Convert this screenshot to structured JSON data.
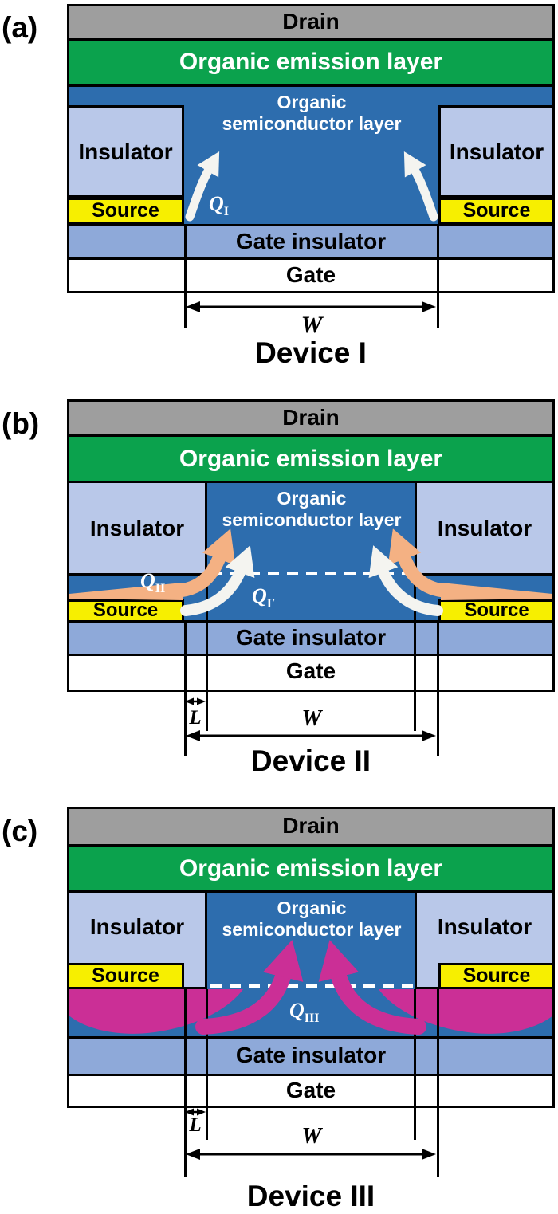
{
  "figure": {
    "description": "Cross-section schematics of three organic light-emitting transistor devices"
  },
  "colors": {
    "drain_gray": "#9e9e9e",
    "emission_green": "#0ba24d",
    "semiconductor_blue": "#2d6dae",
    "insulator_light_blue": "#b9c8e9",
    "gate_insulator_blue": "#8ea9d9",
    "source_yellow": "#f7ef00",
    "arrow_white": "#f4f4f0",
    "arrow_orange": "#f4b183",
    "arrow_magenta": "#cb2f96"
  },
  "panels": [
    {
      "tag": "(a)",
      "device_label": "Device I",
      "layers": {
        "drain": "Drain",
        "emission": "Organic emission layer",
        "semi1": "Organic",
        "semi2": "semiconductor layer",
        "insulator_left": "Insulator",
        "insulator_right": "Insulator",
        "source_left": "Source",
        "source_right": "Source",
        "gate_insulator": "Gate insulator",
        "gate": "Gate"
      },
      "annotations": {
        "q_base": "Q",
        "q_sub": "I",
        "width": "W"
      }
    },
    {
      "tag": "(b)",
      "device_label": "Device II",
      "layers": {
        "drain": "Drain",
        "emission": "Organic emission layer",
        "semi1": "Organic",
        "semi2": "semiconductor layer",
        "insulator_left": "Insulator",
        "insulator_right": "Insulator",
        "source_left": "Source",
        "source_right": "Source",
        "gate_insulator": "Gate insulator",
        "gate": "Gate"
      },
      "annotations": {
        "q_edge_base": "Q",
        "q_edge_sub": "II",
        "q_channel_base": "Q",
        "q_channel_sub": "I′",
        "width": "W",
        "length": "L"
      }
    },
    {
      "tag": "(c)",
      "device_label": "Device III",
      "layers": {
        "drain": "Drain",
        "emission": "Organic emission layer",
        "semi1": "Organic",
        "semi2": "semiconductor layer",
        "insulator_left": "Insulator",
        "insulator_right": "Insulator",
        "source_left": "Source",
        "source_right": "Source",
        "gate_insulator": "Gate insulator",
        "gate": "Gate"
      },
      "annotations": {
        "q_base": "Q",
        "q_sub": "III",
        "width": "W",
        "length": "L"
      }
    }
  ]
}
